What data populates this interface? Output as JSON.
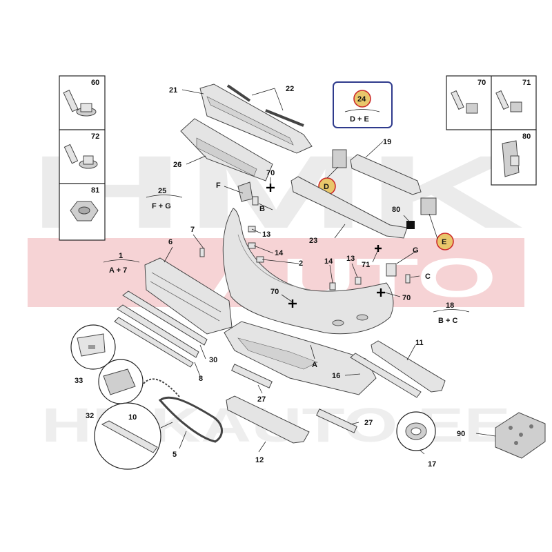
{
  "watermark": {
    "top": "HMK",
    "middle": "AUTO",
    "bottom": "HMKAUTO.EE",
    "color_red": "#d9303a",
    "color_grey": "#c8c8c8"
  },
  "callout_box": {
    "number": "24",
    "formula": "D + E",
    "border_color": "#2e3a8c",
    "badge_color": "#e9c76b",
    "badge_border": "#cc2b2b"
  },
  "group_labels": [
    {
      "id": "1",
      "number": "1",
      "formula": "A + 7"
    },
    {
      "id": "25",
      "number": "25",
      "formula": "F + G"
    },
    {
      "id": "18",
      "number": "18",
      "formula": "B + C"
    }
  ],
  "circled_letters": [
    {
      "id": "D",
      "text": "D"
    },
    {
      "id": "E",
      "text": "E"
    }
  ],
  "fastener_grid_left": [
    {
      "number": "60",
      "name": "flange-bolt"
    },
    {
      "number": "72",
      "name": "washer-bolt"
    },
    {
      "number": "81",
      "name": "hex-nut"
    }
  ],
  "fastener_grid_right": [
    {
      "number": "70",
      "name": "bolt"
    },
    {
      "number": "71",
      "name": "screw"
    },
    {
      "number": "80",
      "name": "clip"
    }
  ],
  "part_labels": {
    "p21": "21",
    "p22": "22",
    "p19": "19",
    "p26": "26",
    "p70a": "70",
    "pF": "F",
    "pB": "B",
    "p80": "80",
    "p7": "7",
    "p6": "6",
    "p13a": "13",
    "p23": "23",
    "p71": "71",
    "pG": "G",
    "p14a": "14",
    "p2": "2",
    "p14b": "14",
    "p13b": "13",
    "pC": "C",
    "p70b": "70",
    "p70c": "70",
    "p30": "30",
    "p33": "33",
    "p8": "8",
    "pA": "A",
    "p11": "11",
    "p16": "16",
    "p32": "32",
    "p10": "10",
    "p27a": "27",
    "p27b": "27",
    "p90": "90",
    "p5": "5",
    "p12": "12",
    "p17": "17"
  }
}
